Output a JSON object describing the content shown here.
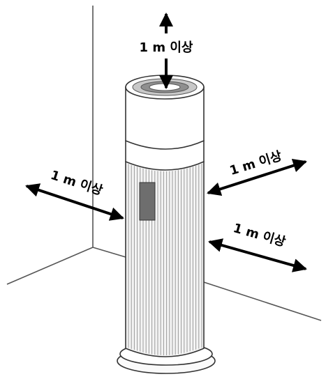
{
  "clearance": {
    "top_label": "1 m 이상",
    "left_label": "1 m 이상",
    "right_upper_label": "1 m 이상",
    "right_lower_label": "1 m 이상"
  },
  "colors": {
    "line": "#555555",
    "body_fill": "#f4f4f4",
    "rib": "#9a9a9a",
    "panel": "#6e6e6e",
    "arrow": "#000000"
  }
}
